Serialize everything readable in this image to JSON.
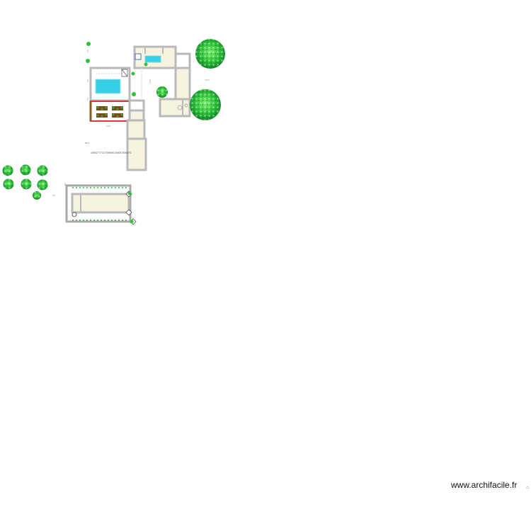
{
  "app": {
    "brand_text": "www.archifacile.fr"
  },
  "plan": {
    "label_dimension_strip": "1000577771177000000 2000070000070",
    "label_small": "11 1",
    "colors": {
      "wall": "#b9b9b9",
      "wall_dark": "#8a8a8a",
      "room_fill": "#f7f3e1",
      "pool_water": "#35cfe8",
      "pool_deck": "#ffffff",
      "tree_dark": "#1f9a2e",
      "tree_light": "#5fe05a",
      "planter_fill": "#7a4a1c",
      "planter_green": "#2fb43a",
      "red_outline": "#d8393a"
    },
    "icons": [
      "tree-icon",
      "shrub-icon",
      "pool-icon",
      "planter-icon",
      "door-icon",
      "stair-icon"
    ]
  }
}
